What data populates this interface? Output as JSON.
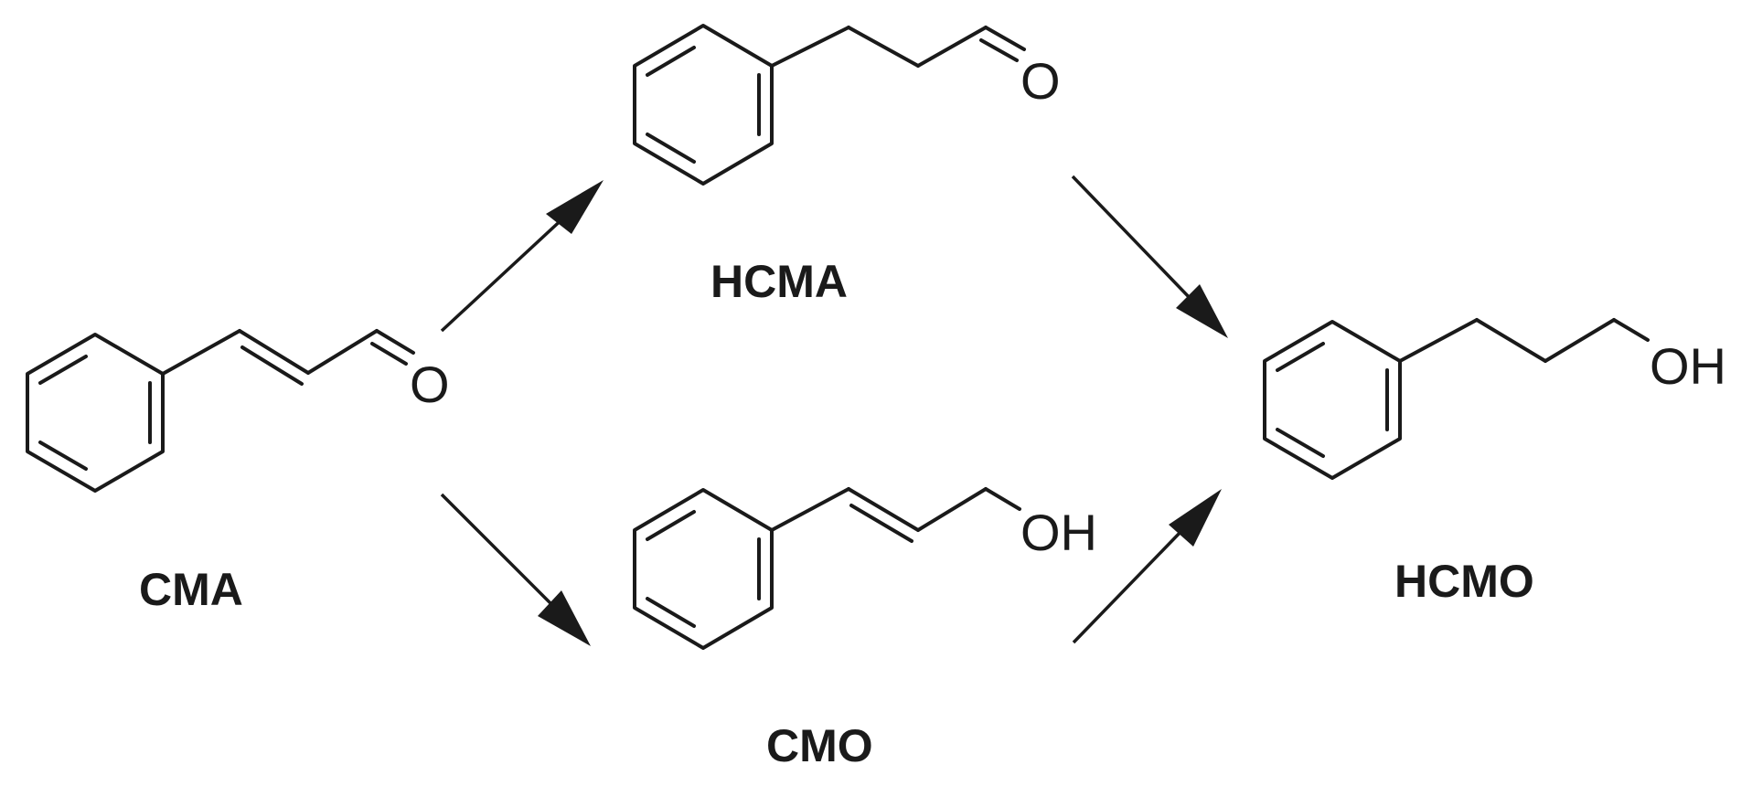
{
  "compounds": {
    "cma": {
      "name": "CMA",
      "hetero_label": "O"
    },
    "hcma": {
      "name": "HCMA",
      "hetero_label": "O"
    },
    "cmo": {
      "name": "CMO",
      "hetero_label": "OH"
    },
    "hcmo": {
      "name": "HCMO",
      "hetero_label": "OH"
    }
  },
  "arrows": [
    {
      "from": "CMA",
      "to": "HCMA"
    },
    {
      "from": "CMA",
      "to": "CMO"
    },
    {
      "from": "HCMA",
      "to": "HCMO"
    },
    {
      "from": "CMO",
      "to": "HCMO"
    }
  ],
  "colors": {
    "ink": "#1a1a1a",
    "background": "#ffffff"
  }
}
